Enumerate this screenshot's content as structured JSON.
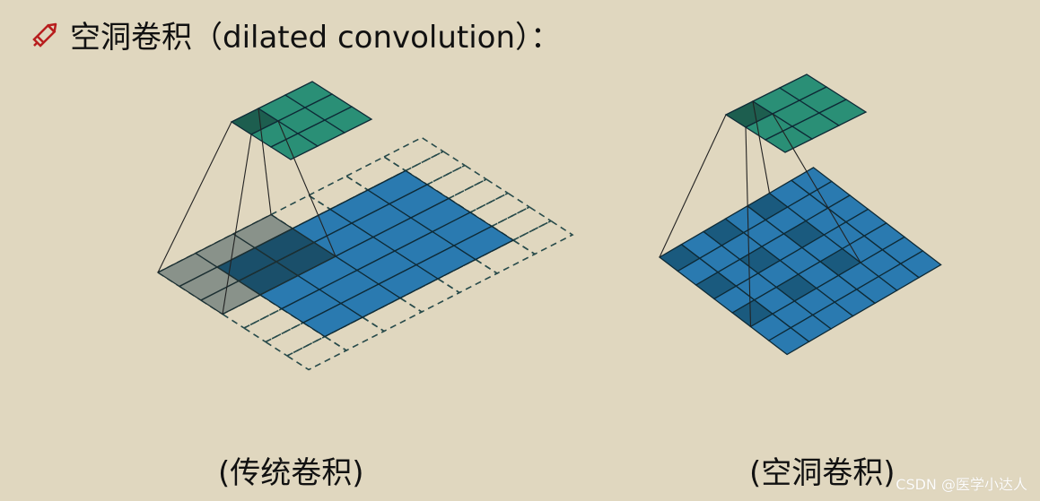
{
  "title": "空洞卷积（dilated convolution）：",
  "icon": "pencil-icon",
  "captions": {
    "left": "(传统卷积)",
    "right": "(空洞卷积)"
  },
  "watermark": "CSDN @医学小达人",
  "colors": {
    "background": "#e0d7bf",
    "output_grid": "#2a8f76",
    "output_highlight": "#1d5e4f",
    "input_grid": "#2a7ab0",
    "input_highlight": "#1a5a7e",
    "kernel_overlay": "#7f8b84",
    "pencil": "#b81e1e"
  },
  "diagrams": {
    "left": {
      "type": "standard-convolution",
      "input_size": 5,
      "padding": 1,
      "kernel_size": 3,
      "output_size": 3
    },
    "right": {
      "type": "dilated-convolution",
      "input_size": 7,
      "kernel_size": 3,
      "dilation": 2,
      "output_size": 3
    }
  }
}
